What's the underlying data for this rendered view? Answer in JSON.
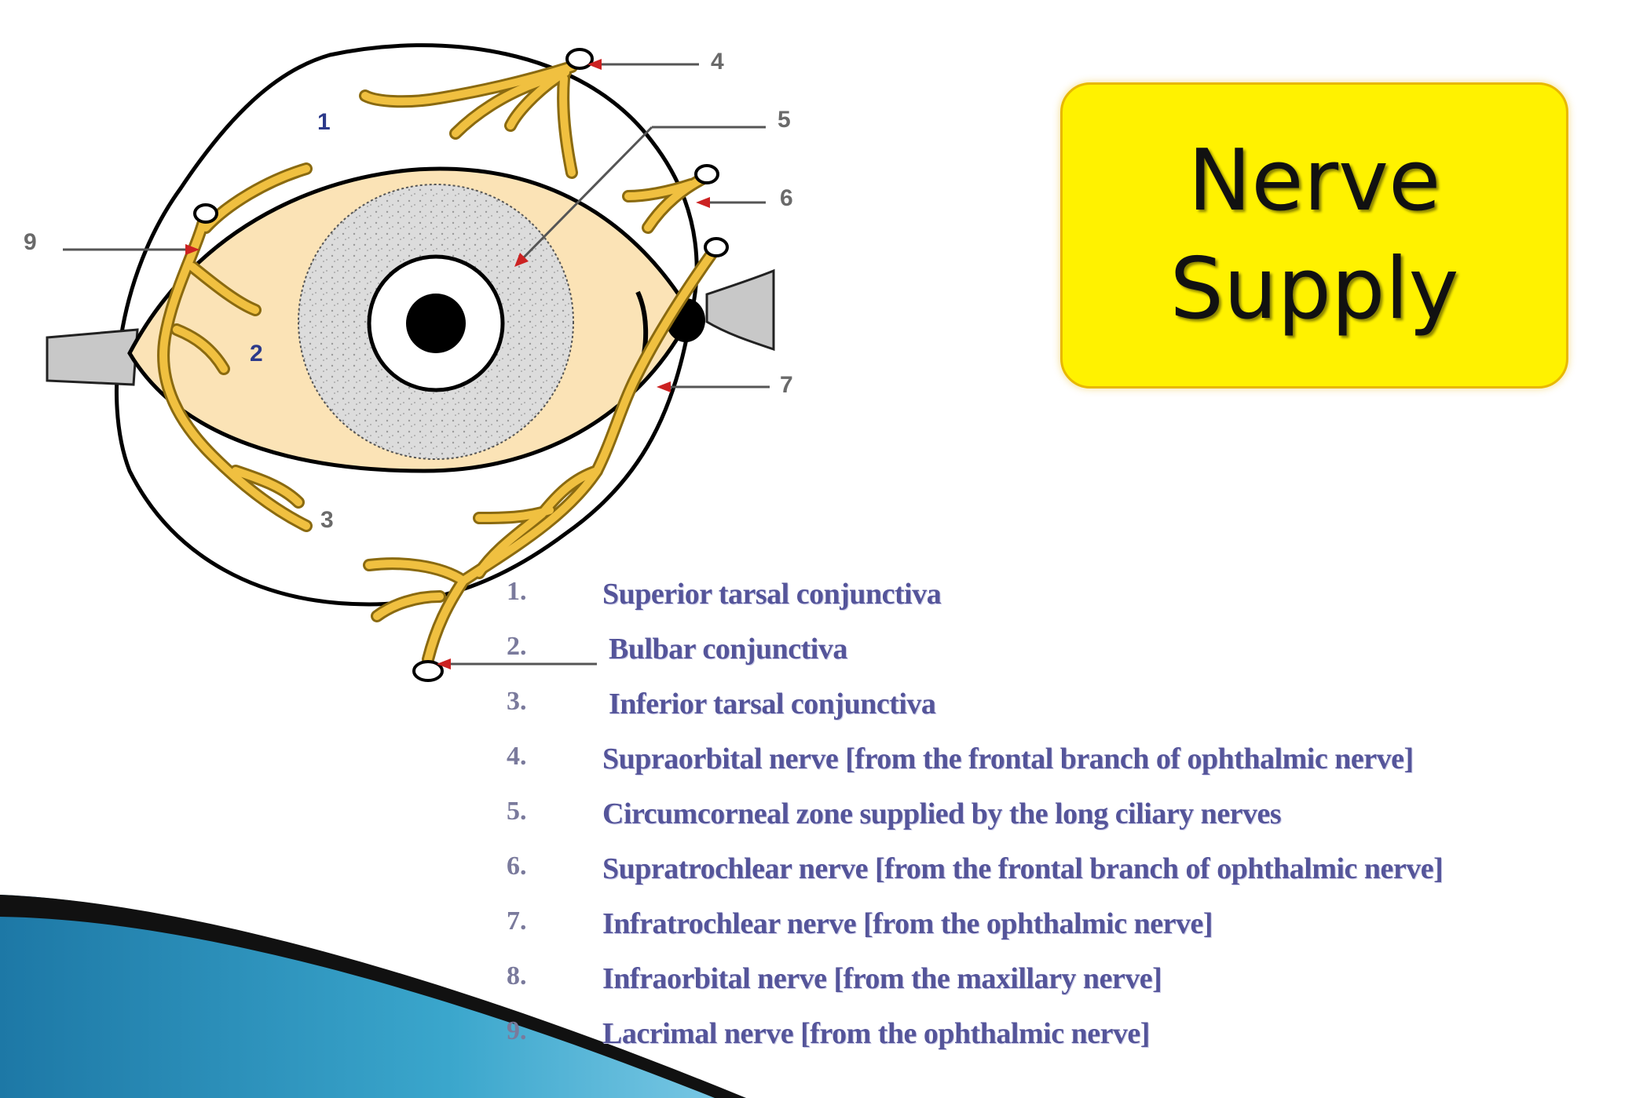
{
  "title": {
    "line1": "Nerve",
    "line2": "Supply"
  },
  "callouts": [
    "1",
    "2",
    "3",
    "4",
    "5",
    "6",
    "7",
    "9"
  ],
  "legend": [
    {
      "num": "1.",
      "text": "Superior tarsal conjunctiva"
    },
    {
      "num": "2.",
      "text": "Bulbar conjunctiva"
    },
    {
      "num": "3.",
      "text": "Inferior tarsal conjunctiva"
    },
    {
      "num": "4.",
      "text": "Supraorbital nerve [from the frontal branch of ophthalmic nerve]"
    },
    {
      "num": "5.",
      "text": "Circumcorneal zone supplied by the long ciliary nerves"
    },
    {
      "num": "6.",
      "text": "Supratrochlear nerve [from the frontal branch of ophthalmic nerve]"
    },
    {
      "num": "7.",
      "text": "Infratrochlear nerve [from the ophthalmic nerve]"
    },
    {
      "num": "8.",
      "text": "Infraorbital nerve [from the maxillary nerve]"
    },
    {
      "num": "9.",
      "text": "Lacrimal nerve [from the ophthalmic nerve]"
    }
  ],
  "colors": {
    "title_fill": "#fff200",
    "sclera_fill": "#fbe3b6",
    "nerve_fill": "#f0c040",
    "arrow_red": "#cc2222",
    "legend_text": "#55559a"
  }
}
